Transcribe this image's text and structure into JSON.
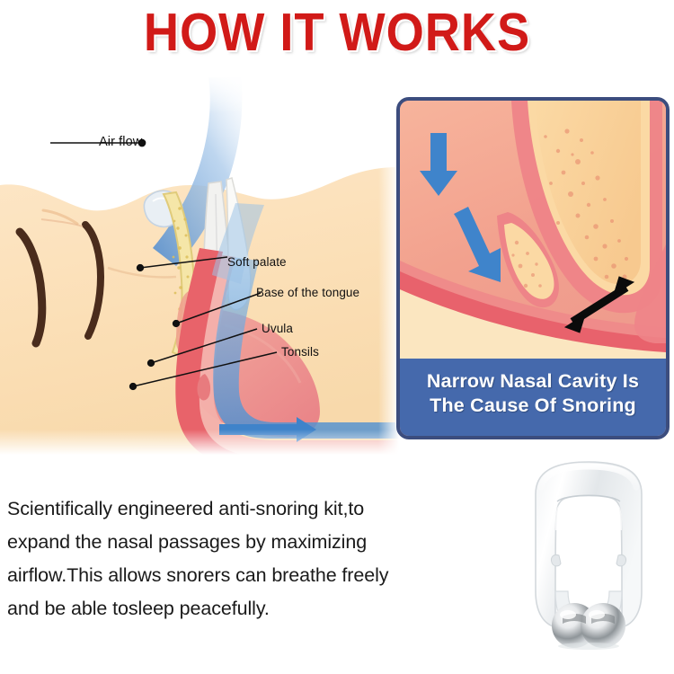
{
  "title": "HOW IT WORKS",
  "theme": {
    "title_color": "#d11a18",
    "panel_border_color": "#3c4d7e",
    "caption_bg_color": "#4569ac",
    "caption_text_color": "#ffffff",
    "airflow_blue": "#4f8fd0",
    "tissue_red": "#e8636a",
    "skin_tone": "#fae0bd"
  },
  "anatomy": {
    "labels": {
      "airflow": "Air flow",
      "soft_palate": "Soft palate",
      "base_of_tongue": "Base of  the tongue",
      "uvula": "Uvula",
      "tonsils": "Tonsils"
    }
  },
  "panel": {
    "caption_line1": "Narrow Nasal Cavity Is",
    "caption_line2": "The Cause Of Snoring"
  },
  "description": {
    "line1": "Scientifically engineered anti-snoring kit,to",
    "line2": "expand the nasal passages by maximizing",
    "line3": "airflow.This allows snorers can breathe freely",
    "line4": "and be able tosleep peacefully."
  },
  "product": {
    "name": "magnetic-anti-snoring-nose-clip"
  }
}
